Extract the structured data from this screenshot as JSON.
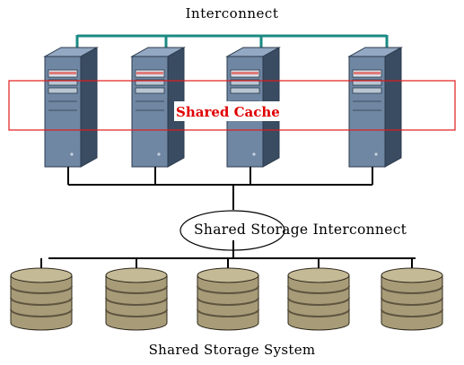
{
  "labels": {
    "interconnect": "Interconnect",
    "shared_cache": "Shared Cache",
    "shared_storage_interconnect": "Shared Storage Interconnect",
    "shared_storage_system": "Shared Storage System"
  },
  "colors": {
    "interconnect_line": "#1b8a83",
    "cache_outline": "#e11b1b",
    "cache_text": "#e00000",
    "server_front": "#6f87a3",
    "server_side": "#3a4c62",
    "server_top": "#93a8c2",
    "disk_body": "#a89c78",
    "disk_top": "#c5ba96",
    "disk_band": "#5e5440"
  },
  "servers": [
    "server-1",
    "server-2",
    "server-3",
    "server-4"
  ],
  "disks": [
    "disk-1",
    "disk-2",
    "disk-3",
    "disk-4",
    "disk-5"
  ]
}
